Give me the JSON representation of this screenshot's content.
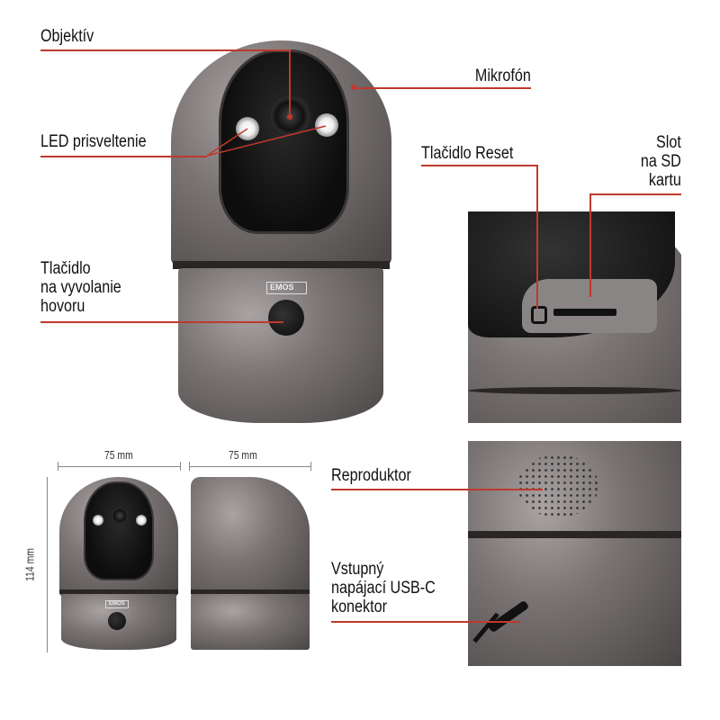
{
  "labels": {
    "objektiv": "Objektív",
    "mikrofon": "Mikrofón",
    "led": "LED prisveltenie",
    "call_button": [
      "Tlačidlo",
      "na vyvolanie",
      "hovoru"
    ],
    "reset": "Tlačidlo Reset",
    "sd_slot": [
      "Slot",
      "na SD",
      "kartu"
    ],
    "speaker": "Reproduktor",
    "usb": [
      "Vstupný",
      "napájací USB-C",
      "konektor"
    ]
  },
  "dimensions": {
    "width_front": "75 mm",
    "width_side": "75 mm",
    "height": "114 mm"
  },
  "brand_logo": "EMOS",
  "colors": {
    "accent_line": "#c0392b",
    "body": "#7a7474"
  }
}
